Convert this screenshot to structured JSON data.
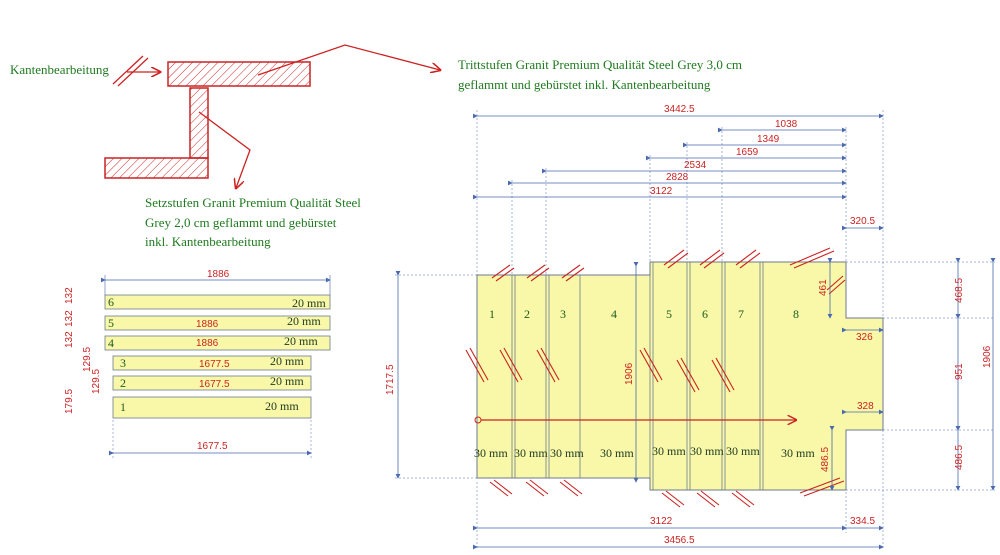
{
  "labels": {
    "edge_processing": "Kantenbearbeitung",
    "treads_line1": "Trittstufen Granit Premium Qualität Steel Grey 3,0 cm",
    "treads_line2": "geflammt und gebürstet inkl. Kantenbearbeitung",
    "risers_line1": "Setzstufen Granit Premium Qualität Steel",
    "risers_line2": "Grey 2,0 cm geflammt und gebürstet",
    "risers_line3": "inkl. Kantenbearbeitung"
  },
  "risers": {
    "total_width": "1886",
    "bottom_width": "1677.5",
    "items": [
      {
        "num": "6",
        "height": "132",
        "width": "",
        "thickness": "20 mm"
      },
      {
        "num": "5",
        "height": "132",
        "width": "1886",
        "thickness": "20 mm"
      },
      {
        "num": "4",
        "height": "132",
        "width": "1886",
        "thickness": "20 mm"
      },
      {
        "num": "3",
        "height": "129.5",
        "width": "1677.5",
        "thickness": "20 mm"
      },
      {
        "num": "2",
        "height": "129.5",
        "width": "1677.5",
        "thickness": "20 mm"
      },
      {
        "num": "1",
        "height": "179.5",
        "width": "",
        "thickness": "20 mm"
      }
    ]
  },
  "treads": {
    "numbers": [
      "1",
      "2",
      "3",
      "4",
      "5",
      "6",
      "7",
      "8"
    ],
    "thickness": "30 mm",
    "top_dims": [
      "3442.5",
      "1038",
      "1349",
      "1659",
      "2534",
      "2828",
      "3122",
      "320.5"
    ],
    "bottom_dims": [
      "3122",
      "334.5",
      "3456.5"
    ],
    "left_height": "1717.5",
    "inner_height": "1906",
    "right_dims": [
      "468.5",
      "951",
      "486.5",
      "1906"
    ],
    "inner_dims": [
      "461",
      "326",
      "328",
      "486.5"
    ]
  }
}
